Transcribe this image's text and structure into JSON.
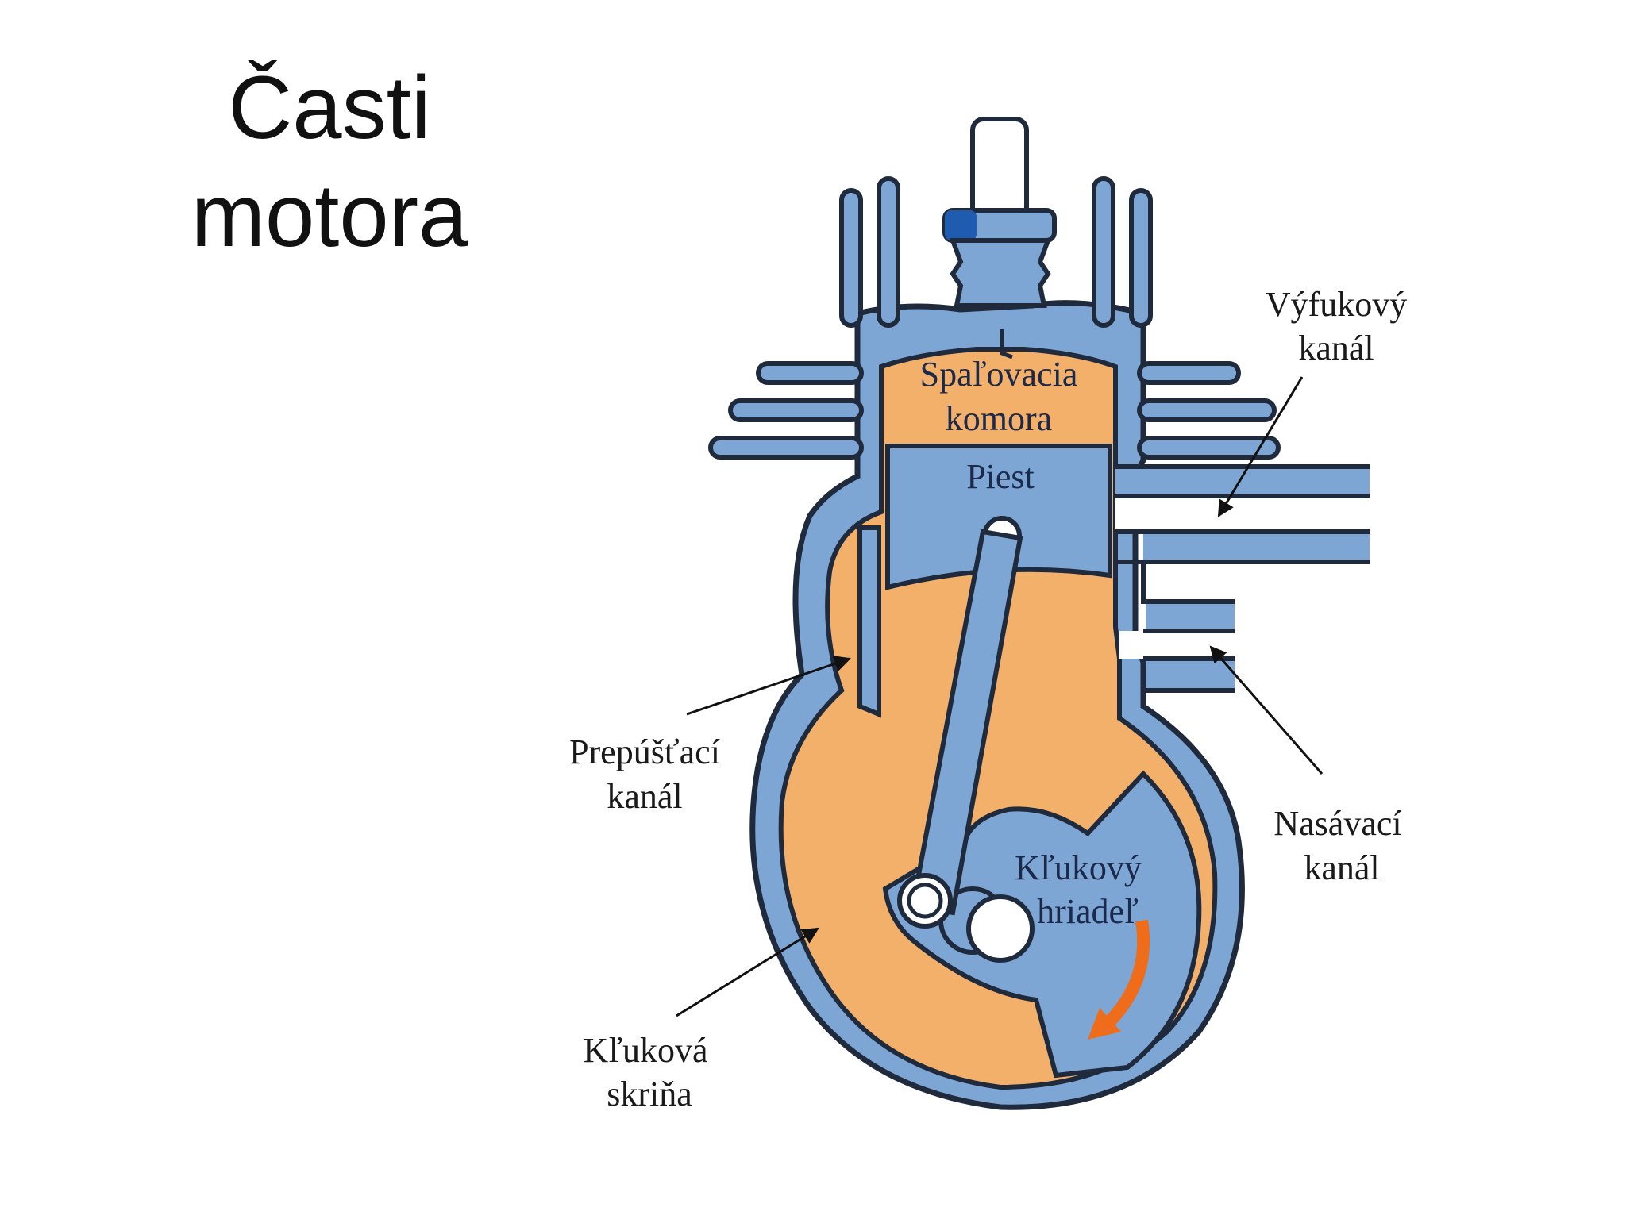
{
  "title": {
    "line1": "Časti",
    "line2": "motora"
  },
  "colors": {
    "metal_blue": "#7ea6d4",
    "outline": "#1f2a3c",
    "fuel_orange": "#f2b06b",
    "rotation_arrow": "#ef6c1a",
    "spark_plug_dark": "#1f5cb0"
  },
  "labels": {
    "exhaust_port": {
      "line1": "Výfukový",
      "line2": "kanál"
    },
    "combustion_chamber": {
      "line1": "Spaľovacia",
      "line2": "komora"
    },
    "piston": "Piest",
    "transfer_port": {
      "line1": "Prepúšťací",
      "line2": "kanál"
    },
    "intake_port": {
      "line1": "Nasávací",
      "line2": "kanál"
    },
    "crankshaft": {
      "line1": "Kľukový",
      "line2": "hriadeľ"
    },
    "crankcase": {
      "line1": "Kľuková",
      "line2": "skriňa"
    }
  }
}
